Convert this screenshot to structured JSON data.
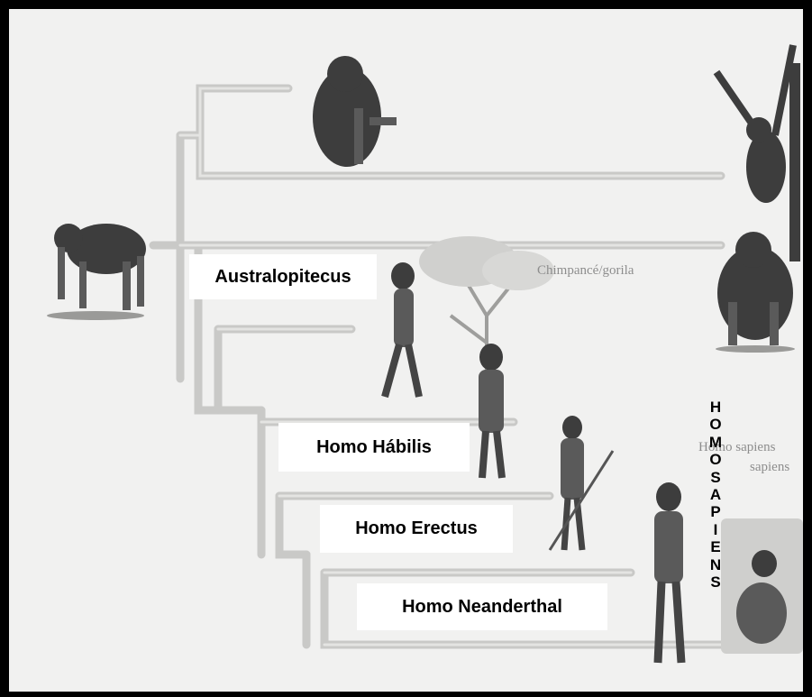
{
  "labels": {
    "australopitecus": "Australopitecus",
    "homo_habilis": "Homo Hábilis",
    "homo_erectus": "Homo Erectus",
    "homo_neanderthal": "Homo Neanderthal",
    "chimpance_gorila": "Chimpancé/gorila",
    "homo_sapiens_sapiens_line1": "Homo sapiens",
    "homo_sapiens_sapiens_line2": "sapiens"
  },
  "vertical_title": "HOMOSAPIENS",
  "colors": {
    "border": "#000000",
    "background": "#f1f1f0",
    "branch_fill": "#d6d6d4",
    "branch_edge": "#b8b8b6",
    "label_box": "#ffffff",
    "illustration": "#3a3a3a"
  },
  "illustrations": [
    "ancestor-ape-icon",
    "orangutan-icon",
    "gibbon-icon",
    "chimpanzee-icon",
    "australopithecus-figure-icon",
    "tree-icon",
    "homo-habilis-figure-icon",
    "homo-erectus-figure-icon",
    "homo-neanderthal-figure-icon",
    "homo-sapiens-crouching-icon"
  ]
}
